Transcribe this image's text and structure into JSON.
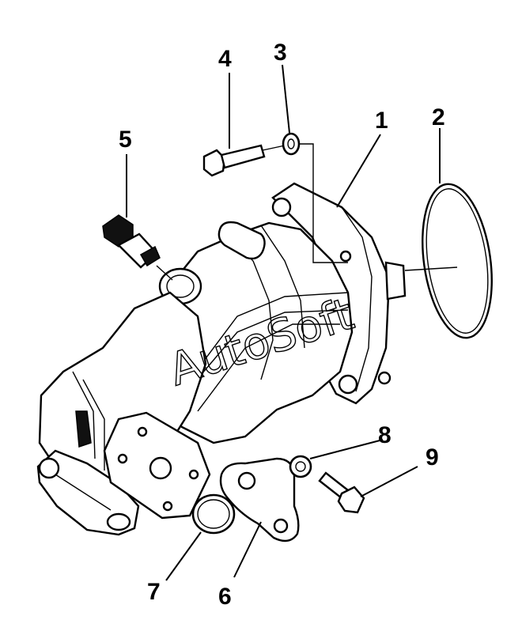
{
  "callouts": [
    {
      "id": "1",
      "label": "1"
    },
    {
      "id": "2",
      "label": "2"
    },
    {
      "id": "3",
      "label": "3"
    },
    {
      "id": "4",
      "label": "4"
    },
    {
      "id": "5",
      "label": "5"
    },
    {
      "id": "6",
      "label": "6"
    },
    {
      "id": "7",
      "label": "7"
    },
    {
      "id": "8",
      "label": "8"
    },
    {
      "id": "9",
      "label": "9"
    }
  ],
  "watermark": "AutoSoft",
  "colors": {
    "ink": "#000000",
    "paper": "#ffffff"
  }
}
